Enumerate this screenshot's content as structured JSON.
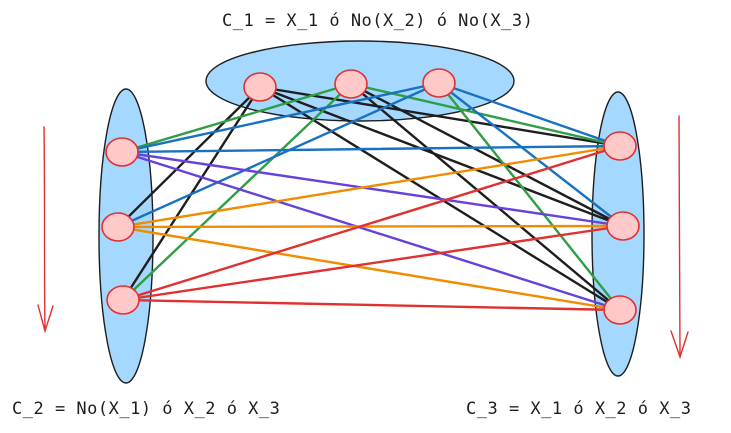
{
  "clauses": {
    "c1": "C_1 = X_1 ó No(X_2) ó No(X_3)",
    "c2": "C_2 = No(X_1) ó X_2 ó X_3",
    "c3": "C_3 = X_1 ó X_2 ó X_3"
  },
  "colors": {
    "cluster_fill": "#a5d8ff",
    "node_fill": "#ffc9c9",
    "node_stroke": "#e03131",
    "arrow": "#e03131",
    "black": "#1e1e1e",
    "blue": "#1971c2",
    "green": "#2f9e44",
    "purple": "#6741d9",
    "orange": "#f08c00",
    "red": "#e03131"
  },
  "edges": [
    {
      "from": "c1_1",
      "to": "c2_2",
      "color": "black"
    },
    {
      "from": "c1_1",
      "to": "c2_3",
      "color": "black"
    },
    {
      "from": "c1_1",
      "to": "c3_1",
      "color": "black"
    },
    {
      "from": "c1_1",
      "to": "c3_2",
      "color": "black"
    },
    {
      "from": "c1_1",
      "to": "c3_3",
      "color": "black"
    },
    {
      "from": "c1_2",
      "to": "c2_1",
      "color": "green"
    },
    {
      "from": "c1_2",
      "to": "c2_3",
      "color": "green"
    },
    {
      "from": "c1_2",
      "to": "c3_1",
      "color": "green"
    },
    {
      "from": "c1_2",
      "to": "c3_2",
      "color": "black"
    },
    {
      "from": "c1_2",
      "to": "c3_3",
      "color": "black"
    },
    {
      "from": "c1_3",
      "to": "c2_1",
      "color": "blue"
    },
    {
      "from": "c1_3",
      "to": "c2_2",
      "color": "blue"
    },
    {
      "from": "c1_3",
      "to": "c3_1",
      "color": "blue"
    },
    {
      "from": "c1_3",
      "to": "c3_2",
      "color": "blue"
    },
    {
      "from": "c1_3",
      "to": "c3_3",
      "color": "green"
    },
    {
      "from": "c2_1",
      "to": "c3_2",
      "color": "purple"
    },
    {
      "from": "c2_1",
      "to": "c3_3",
      "color": "purple"
    },
    {
      "from": "c2_1",
      "to": "c3_1",
      "color": "blue"
    },
    {
      "from": "c2_2",
      "to": "c3_1",
      "color": "orange"
    },
    {
      "from": "c2_2",
      "to": "c3_2",
      "color": "orange"
    },
    {
      "from": "c2_2",
      "to": "c3_3",
      "color": "orange"
    },
    {
      "from": "c2_3",
      "to": "c3_1",
      "color": "red"
    },
    {
      "from": "c2_3",
      "to": "c3_2",
      "color": "red"
    },
    {
      "from": "c2_3",
      "to": "c3_3",
      "color": "red"
    }
  ]
}
